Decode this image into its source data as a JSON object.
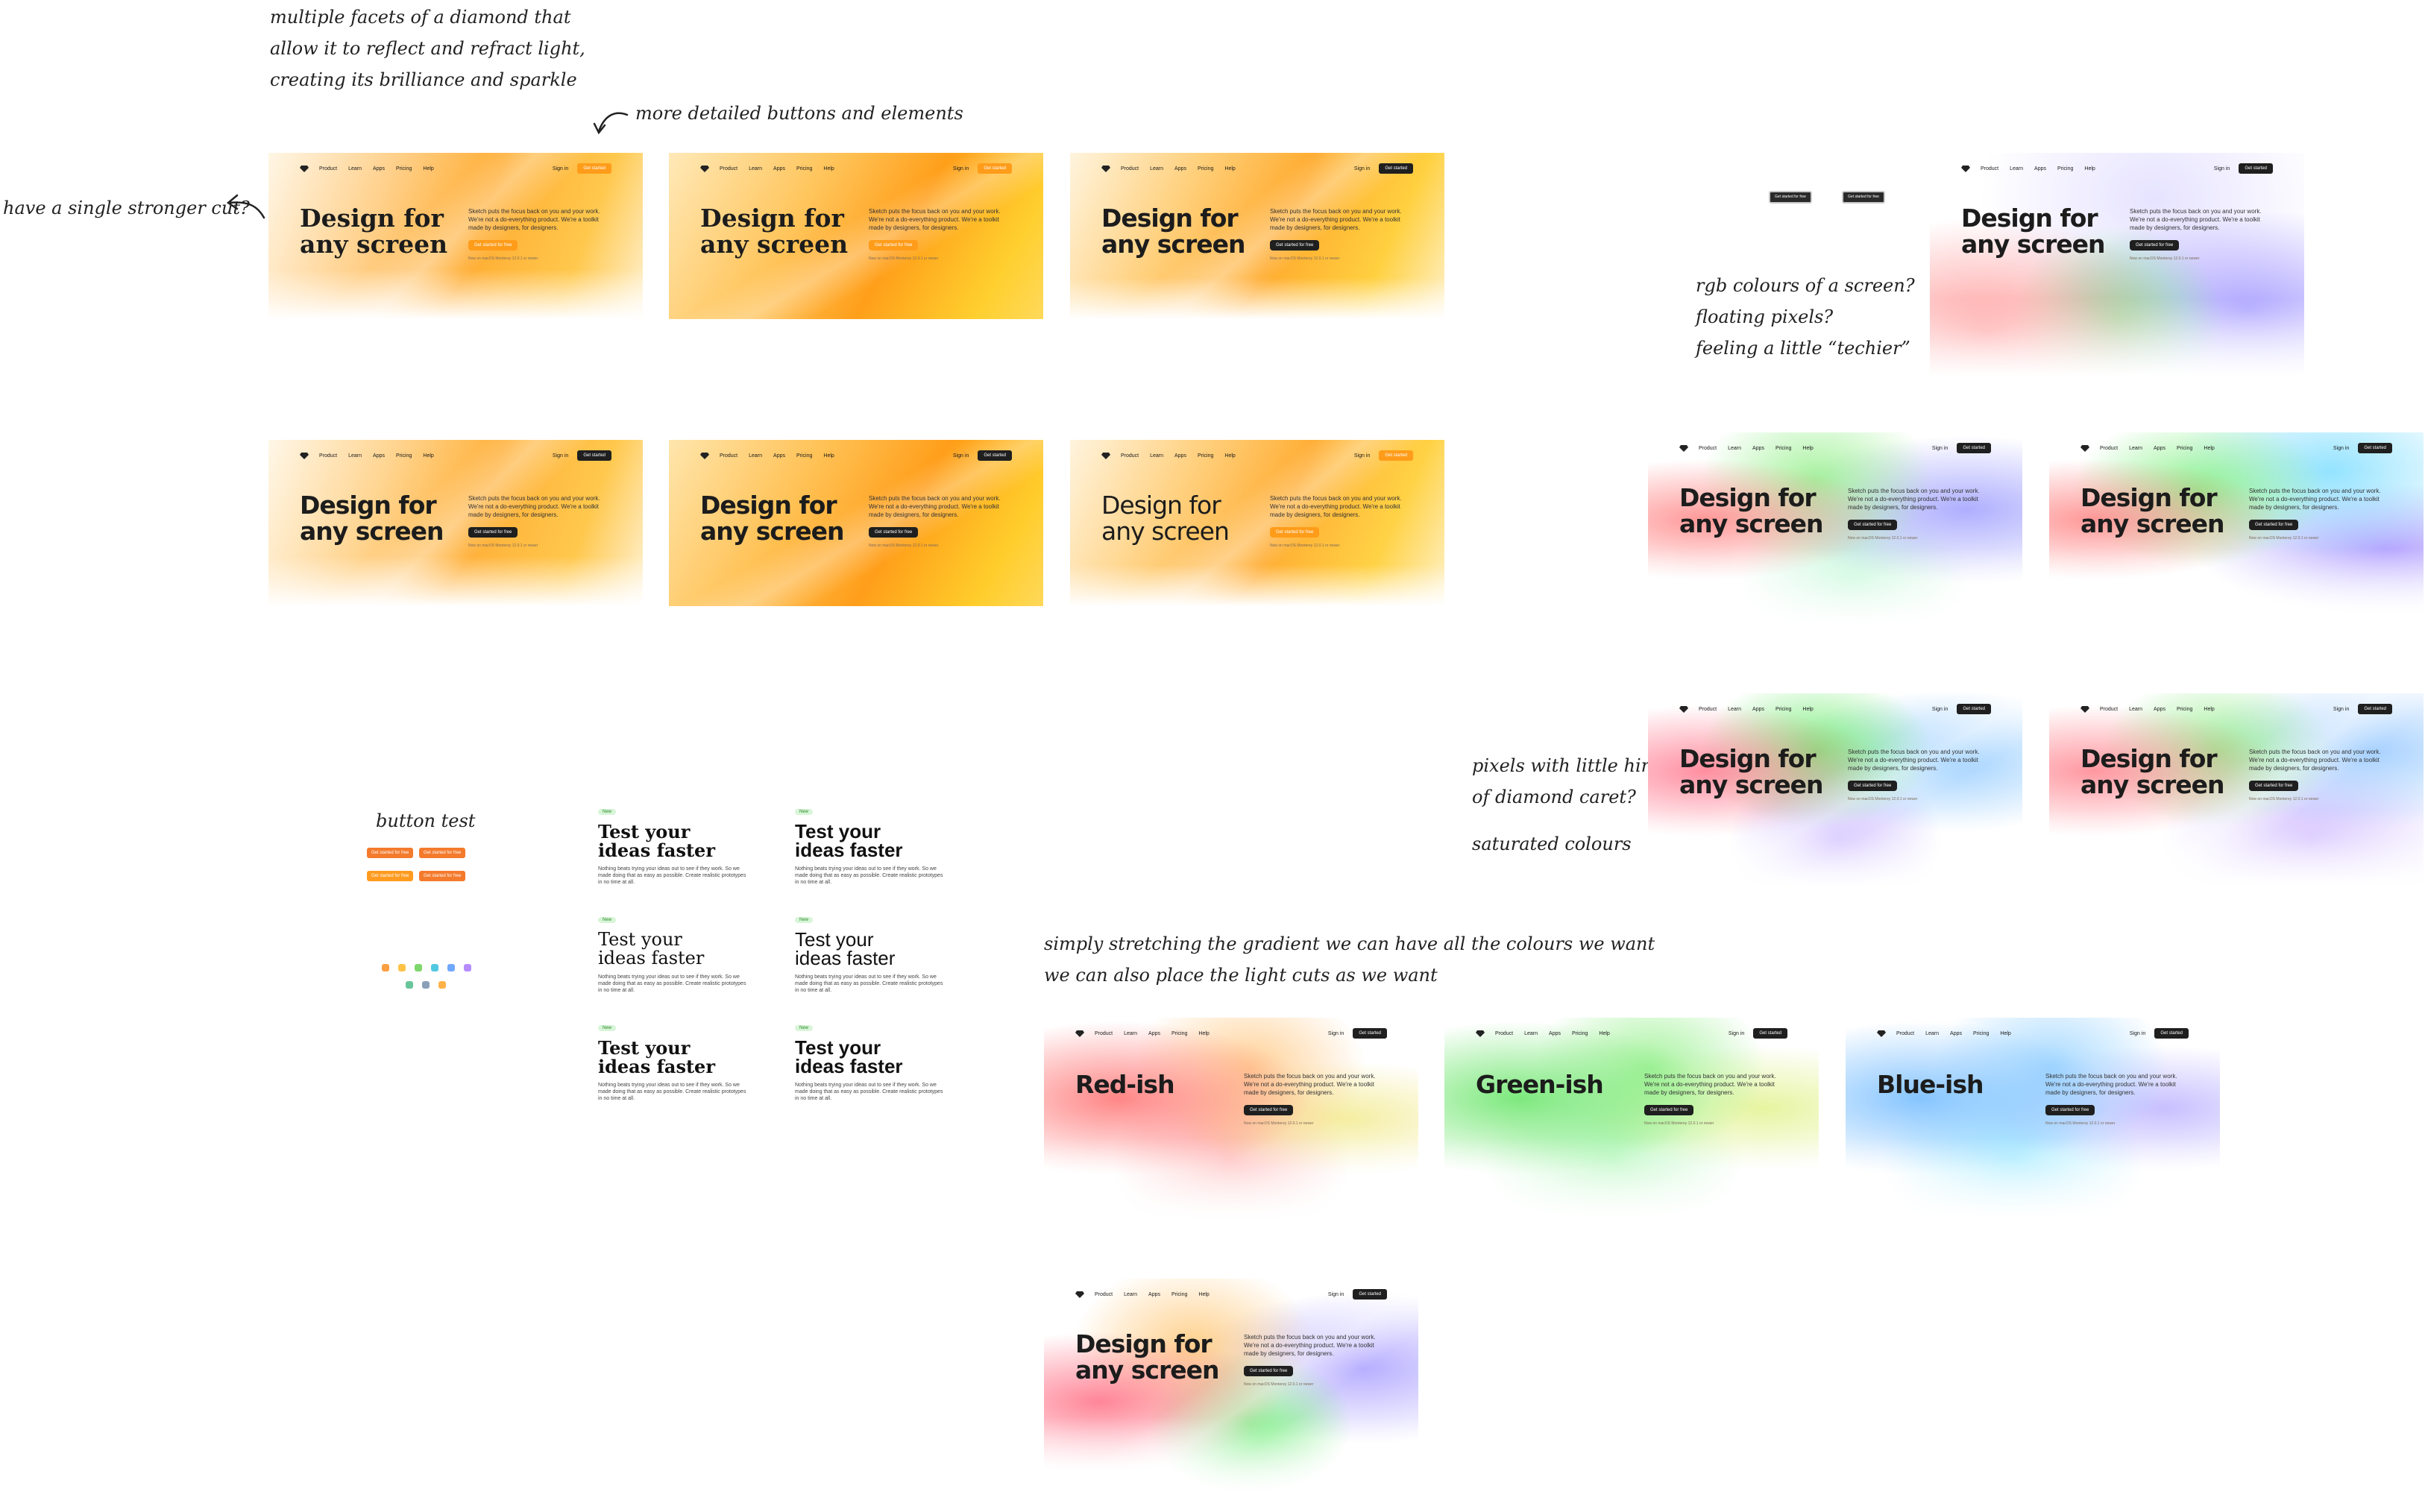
{
  "notes": {
    "facets": [
      "multiple facets of a diamond that",
      "allow it to reflect and refract light,",
      "creating its brilliance and sparkle"
    ],
    "detailed_buttons": "more detailed buttons and elements",
    "stronger_cut": "have a single stronger cut?",
    "rgb": [
      "rgb colours of a screen?",
      "floating pixels?",
      "feeling a little “techier”"
    ],
    "pixels_hint": [
      "pixels with little hint",
      "of diamond caret?"
    ],
    "saturated": "saturated colours",
    "stretch": [
      "simply stretching the gradient we can have all the colours we want",
      "we can also place the light cuts as we want"
    ],
    "button_test": "button test"
  },
  "card": {
    "nav_links": [
      "Product",
      "Learn",
      "Apps",
      "Pricing",
      "Help"
    ],
    "sign_in": "Sign in",
    "get_started": "Get started",
    "headline_line1": "Design for",
    "headline_line2": "any screen",
    "description": "Sketch puts the focus back on you and your work. We're not a do-everything product. We're a toolkit made by designers, for designers.",
    "button": "Get started for free",
    "meta": "Now on macOS Monterey 12.0.1 or newer"
  },
  "variants": {
    "red": "Red-ish",
    "green": "Green-ish",
    "blue": "Blue-ish"
  },
  "small_buttons": {
    "a": "Get started for free",
    "b": "Get started for free"
  },
  "button_test": {
    "b1": "Get started for free",
    "b2": "Get started for free",
    "b3": "Get started for free",
    "b4": "Get started for free"
  },
  "tiles": {
    "badge": "New",
    "line1": "Test your",
    "line2": "ideas faster",
    "text": "Nothing beats trying your ideas out to see if they work. So we made doing that as easy as possible. Create realistic prototypes in no time at all."
  },
  "colors": {
    "orange": "#ffa31a",
    "yellow": "#ffd21f",
    "red": "#ff8a8a",
    "green": "#6fe86f",
    "blue": "#8fc8ff",
    "violet": "#c9b8ff",
    "button_orange": "#f47a2c"
  }
}
